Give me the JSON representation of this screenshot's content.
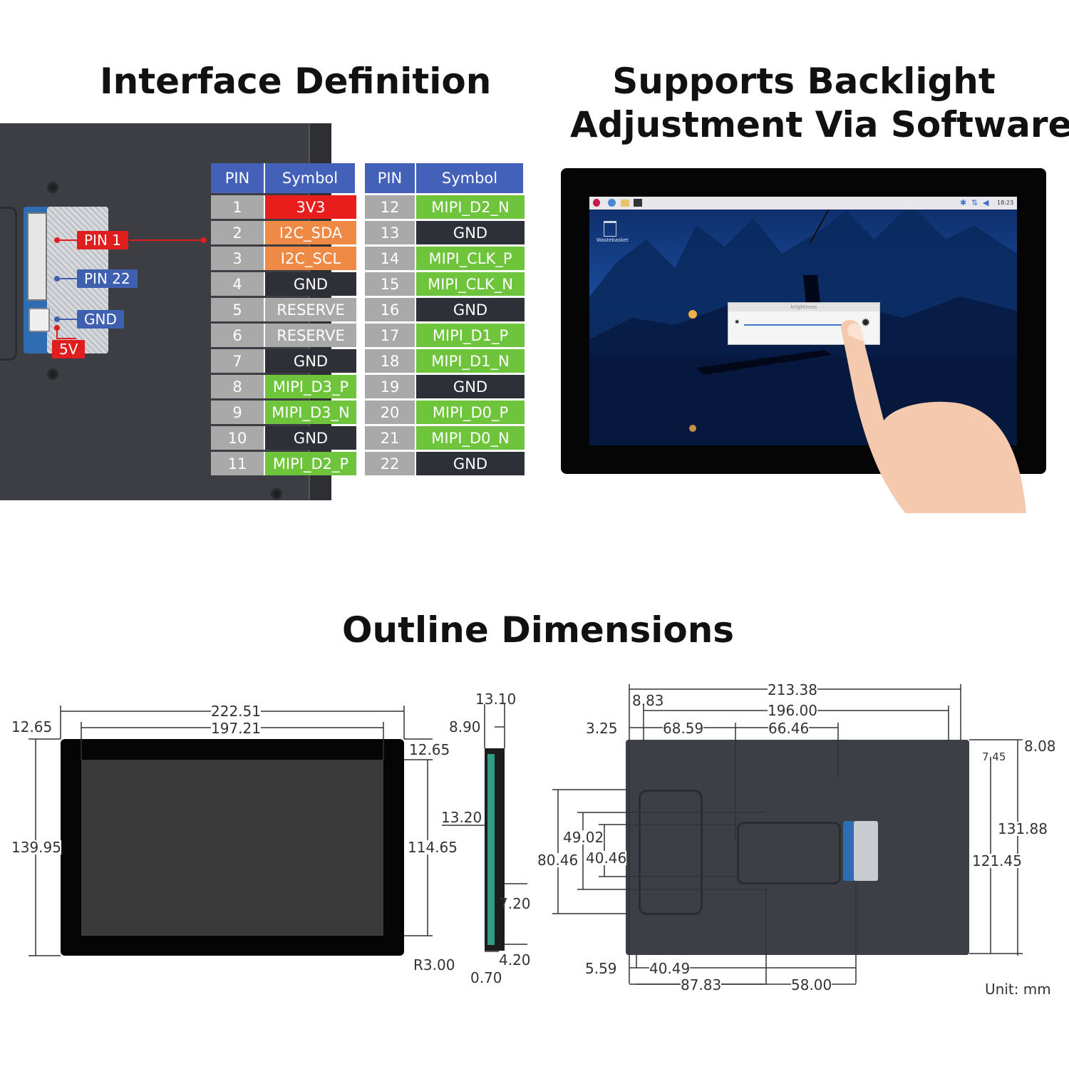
{
  "titles": {
    "interface": "Interface Definition",
    "backlight_line1": "Supports Backlight",
    "backlight_line2": "Adjustment Via Software",
    "outline": "Outline Dimensions"
  },
  "pin_labels": {
    "pin1": "PIN 1",
    "pin22": "PIN 22",
    "gnd": "GND",
    "v5": "5V"
  },
  "table_headers": {
    "pin": "PIN",
    "symbol": "Symbol"
  },
  "pins_left": [
    {
      "pin": "1",
      "symbol": "3V3",
      "color": "red"
    },
    {
      "pin": "2",
      "symbol": "I2C_SDA",
      "color": "orange"
    },
    {
      "pin": "3",
      "symbol": "I2C_SCL",
      "color": "orange"
    },
    {
      "pin": "4",
      "symbol": "GND",
      "color": "dark"
    },
    {
      "pin": "5",
      "symbol": "RESERVE",
      "color": "grey"
    },
    {
      "pin": "6",
      "symbol": "RESERVE",
      "color": "grey"
    },
    {
      "pin": "7",
      "symbol": "GND",
      "color": "dark"
    },
    {
      "pin": "8",
      "symbol": "MIPI_D3_P",
      "color": "green"
    },
    {
      "pin": "9",
      "symbol": "MIPI_D3_N",
      "color": "green"
    },
    {
      "pin": "10",
      "symbol": "GND",
      "color": "dark"
    },
    {
      "pin": "11",
      "symbol": "MIPI_D2_P",
      "color": "green"
    }
  ],
  "pins_right": [
    {
      "pin": "12",
      "symbol": "MIPI_D2_N",
      "color": "green"
    },
    {
      "pin": "13",
      "symbol": "GND",
      "color": "dark"
    },
    {
      "pin": "14",
      "symbol": "MIPI_CLK_P",
      "color": "green"
    },
    {
      "pin": "15",
      "symbol": "MIPI_CLK_N",
      "color": "green"
    },
    {
      "pin": "16",
      "symbol": "GND",
      "color": "dark"
    },
    {
      "pin": "17",
      "symbol": "MIPI_D1_P",
      "color": "green"
    },
    {
      "pin": "18",
      "symbol": "MIPI_D1_N",
      "color": "green"
    },
    {
      "pin": "19",
      "symbol": "GND",
      "color": "dark"
    },
    {
      "pin": "20",
      "symbol": "MIPI_D0_P",
      "color": "green"
    },
    {
      "pin": "21",
      "symbol": "MIPI_D0_N",
      "color": "green"
    },
    {
      "pin": "22",
      "symbol": "GND",
      "color": "dark"
    }
  ],
  "screen": {
    "clock": "18:23",
    "wastebasket": "Wastebasket",
    "dialog_title": "brightness"
  },
  "dimensions": {
    "front": {
      "width_outer": "222.51",
      "width_inner": "197.21",
      "left_margin": "12.65",
      "top_margin": "12.65",
      "height_outer": "139.95",
      "height_inner": "114.65",
      "radius": "R3.00"
    },
    "side": {
      "top_total": "13.10",
      "top_part": "8.90",
      "middle": "13.20",
      "lower": "7.20",
      "bottom_a": "4.20",
      "bottom_b": "0.70"
    },
    "back": {
      "width_a": "213.38",
      "width_b": "196.00",
      "left_a": "8.83",
      "left_b": "3.25",
      "span_a": "68.59",
      "span_b": "66.46",
      "right_top": "8.08",
      "right_inner": "7.45",
      "height_a": "131.88",
      "height_b": "121.45",
      "left_h1": "80.46",
      "left_h2": "49.02",
      "left_h3": "40.46",
      "bottom_a": "5.59",
      "bottom_b": "40.49",
      "bottom_c": "87.83",
      "bottom_d": "58.00"
    },
    "unit": "Unit: mm"
  }
}
